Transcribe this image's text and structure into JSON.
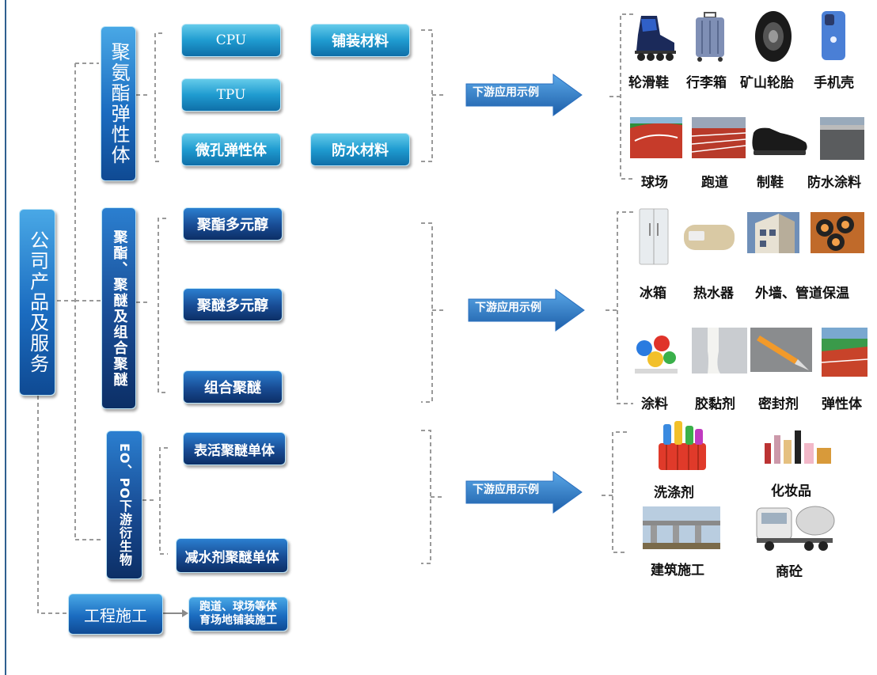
{
  "root": {
    "label": "公司产品及服务"
  },
  "groups": [
    {
      "title": "聚氨酯弹性体",
      "products": [
        "CPU",
        "TPU",
        "微孔弹性体"
      ],
      "materials": [
        "铺装材料",
        "防水材料"
      ],
      "arrow_label": "下游应用示例",
      "applications": [
        "轮滑鞋",
        "行李箱",
        "矿山轮胎",
        "手机壳",
        "球场",
        "跑道",
        "制鞋",
        "防水涂料"
      ]
    },
    {
      "title": "聚酯、聚醚及组合聚醚",
      "products": [
        "聚酯多元醇",
        "聚醚多元醇",
        "组合聚醚"
      ],
      "arrow_label": "下游应用示例",
      "applications": [
        "冰箱",
        "热水器",
        "外墙、管道保温",
        "涂料",
        "胶黏剂",
        "密封剂",
        "弹性体"
      ]
    },
    {
      "title": "EO、PO下游衍生物",
      "products": [
        "表活聚醚单体",
        "减水剂聚醚单体"
      ],
      "arrow_label": "下游应用示例",
      "applications": [
        "洗涤剂",
        "化妆品",
        "建筑施工",
        "商砼"
      ]
    }
  ],
  "engineering": {
    "title": "工程施工",
    "detail_line1": "跑道、球场等体",
    "detail_line2": "育场地铺装施工"
  },
  "icons": [
    "inline-skate-icon",
    "luggage-icon",
    "tire-icon",
    "phone-case-icon",
    "court-icon",
    "track-icon",
    "shoe-icon",
    "waterproof-coating-icon",
    "fridge-icon",
    "water-heater-icon",
    "insulation-wall-icon",
    "pipe-insulation-icon",
    "paint-icon",
    "adhesive-icon",
    "sealant-icon",
    "elastomer-court-icon",
    "detergent-icon",
    "cosmetics-icon",
    "construction-icon",
    "concrete-truck-icon"
  ],
  "colors": {
    "box_blue": "#1b6cc0",
    "box_navy": "#184b93",
    "box_cyan": "#1f9bd0",
    "arrow": "#2a6fbf",
    "connector": "#9a9a9a"
  }
}
